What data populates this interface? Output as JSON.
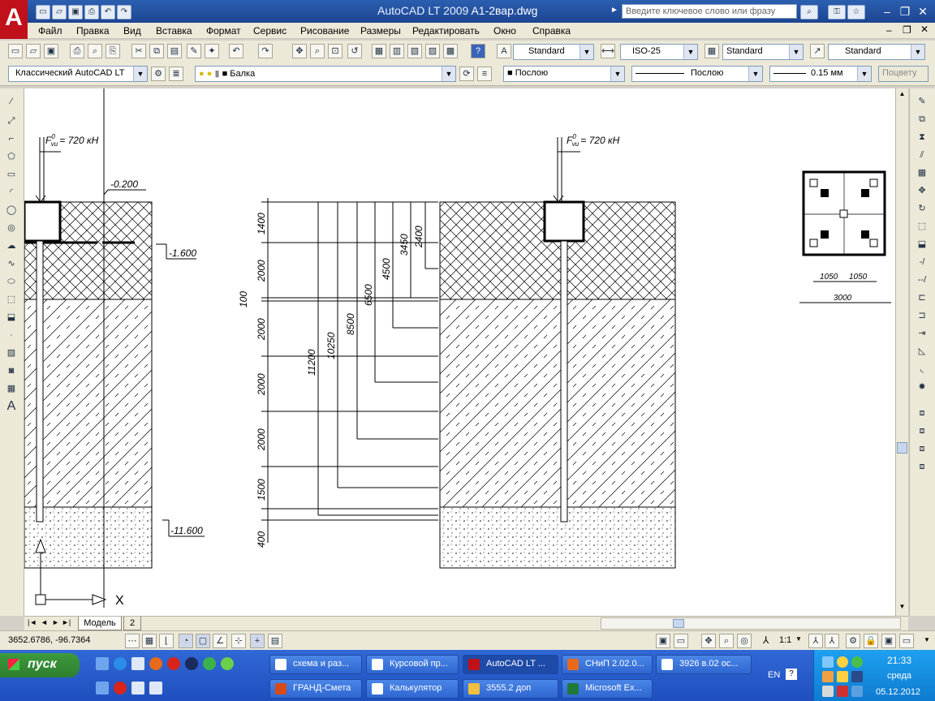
{
  "window": {
    "title": "AutoCAD LT 2009",
    "filename": "A1-2вар.dwg",
    "search_placeholder": "Введите ключевое слово или фразу"
  },
  "menu": [
    "Файл",
    "Правка",
    "Вид",
    "Вставка",
    "Формат",
    "Сервис",
    "Рисование",
    "Размеры",
    "Редактировать",
    "Окно",
    "Справка"
  ],
  "styles_toolbar": {
    "text_style": "Standard",
    "dim_style": "ISO-25",
    "table_style": "Standard",
    "multileader_style": "Standard"
  },
  "workspace": "Классический AutoCAD LT",
  "layer": "Балка",
  "properties": {
    "color": "Послою",
    "linetype": "Послою",
    "lineweight": "0.15 мм",
    "plotstyle": "Поцвету"
  },
  "drawing": {
    "force_left": "720 кН",
    "force_right": "720 кН",
    "force_sym": "F",
    "force_sup": "0",
    "force_sub": "vu",
    "level_top": "-0.200",
    "level_mid": "-1.600",
    "level_bottom": "-11.600",
    "dims_vertical": [
      "1400",
      "2000",
      "2000",
      "2000",
      "2000",
      "1500",
      "400"
    ],
    "dim_100": "100",
    "dims_cumulative": [
      "2400",
      "3450",
      "4500",
      "6500",
      "8500",
      "10250",
      "11200"
    ],
    "plan_dims": [
      "1050",
      "1050",
      "3000"
    ],
    "ucs_x": "X"
  },
  "tabs": [
    "Модель",
    "2"
  ],
  "coords": "3652.6786, -96.7364",
  "status_scale": "1:1",
  "taskbar": {
    "start": "пуск",
    "tasks_row1": [
      "схема и раз...",
      "Курсовой пр...",
      "AutoCAD LT ...",
      "СНиП 2.02.0...",
      "3926 в.02 ос..."
    ],
    "tasks_row2": [
      "ГРАНД-Смета",
      "Калькулятор",
      "3555.2 доп",
      "Microsoft Ex..."
    ],
    "lang": "EN",
    "time": "21:33",
    "day": "среда",
    "date": "05.12.2012"
  }
}
